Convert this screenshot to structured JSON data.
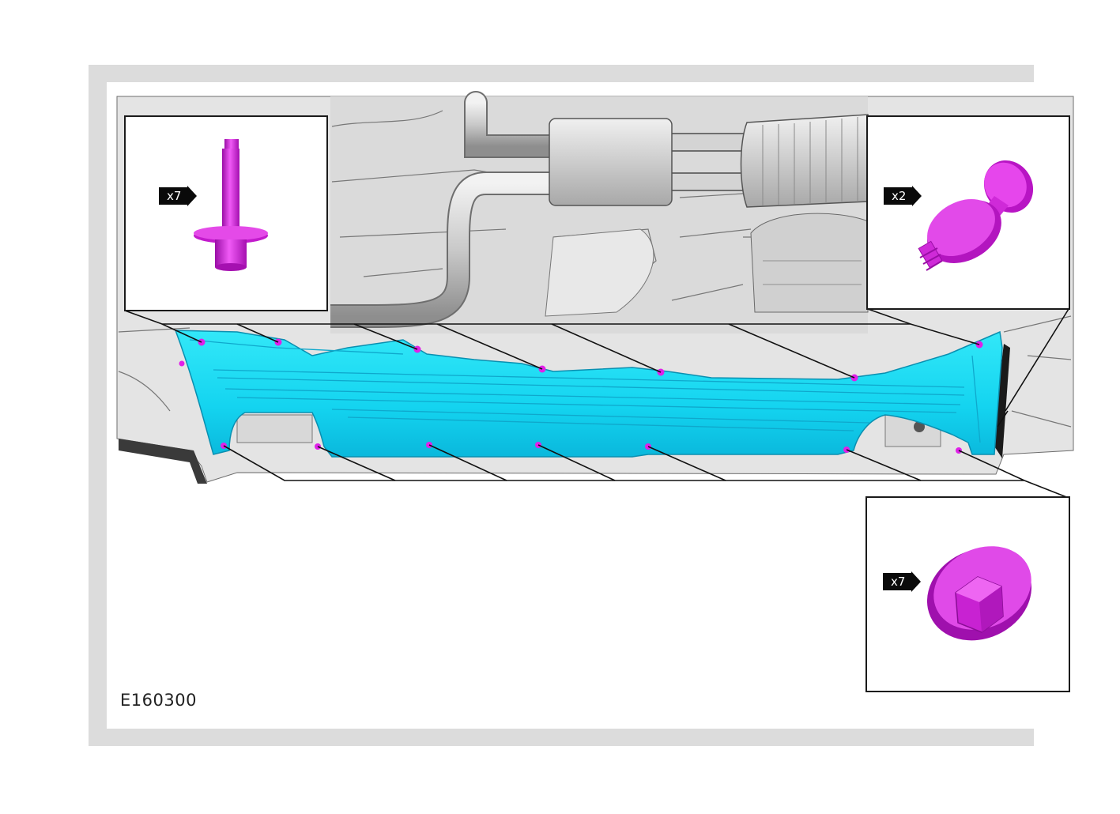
{
  "figure": {
    "id": "E160300",
    "part_color": "#1ee3f5",
    "fastener_color": "#e020e8",
    "background_color": "#ffffff",
    "frame_color": "#dcdcdc"
  },
  "callouts": [
    {
      "name": "callout-bolt",
      "quantity": "x7",
      "icon": "bolt-icon"
    },
    {
      "name": "callout-push-pin",
      "quantity": "x2",
      "icon": "push-pin-icon"
    },
    {
      "name": "callout-nut",
      "quantity": "x7",
      "icon": "flange-nut-icon"
    }
  ]
}
